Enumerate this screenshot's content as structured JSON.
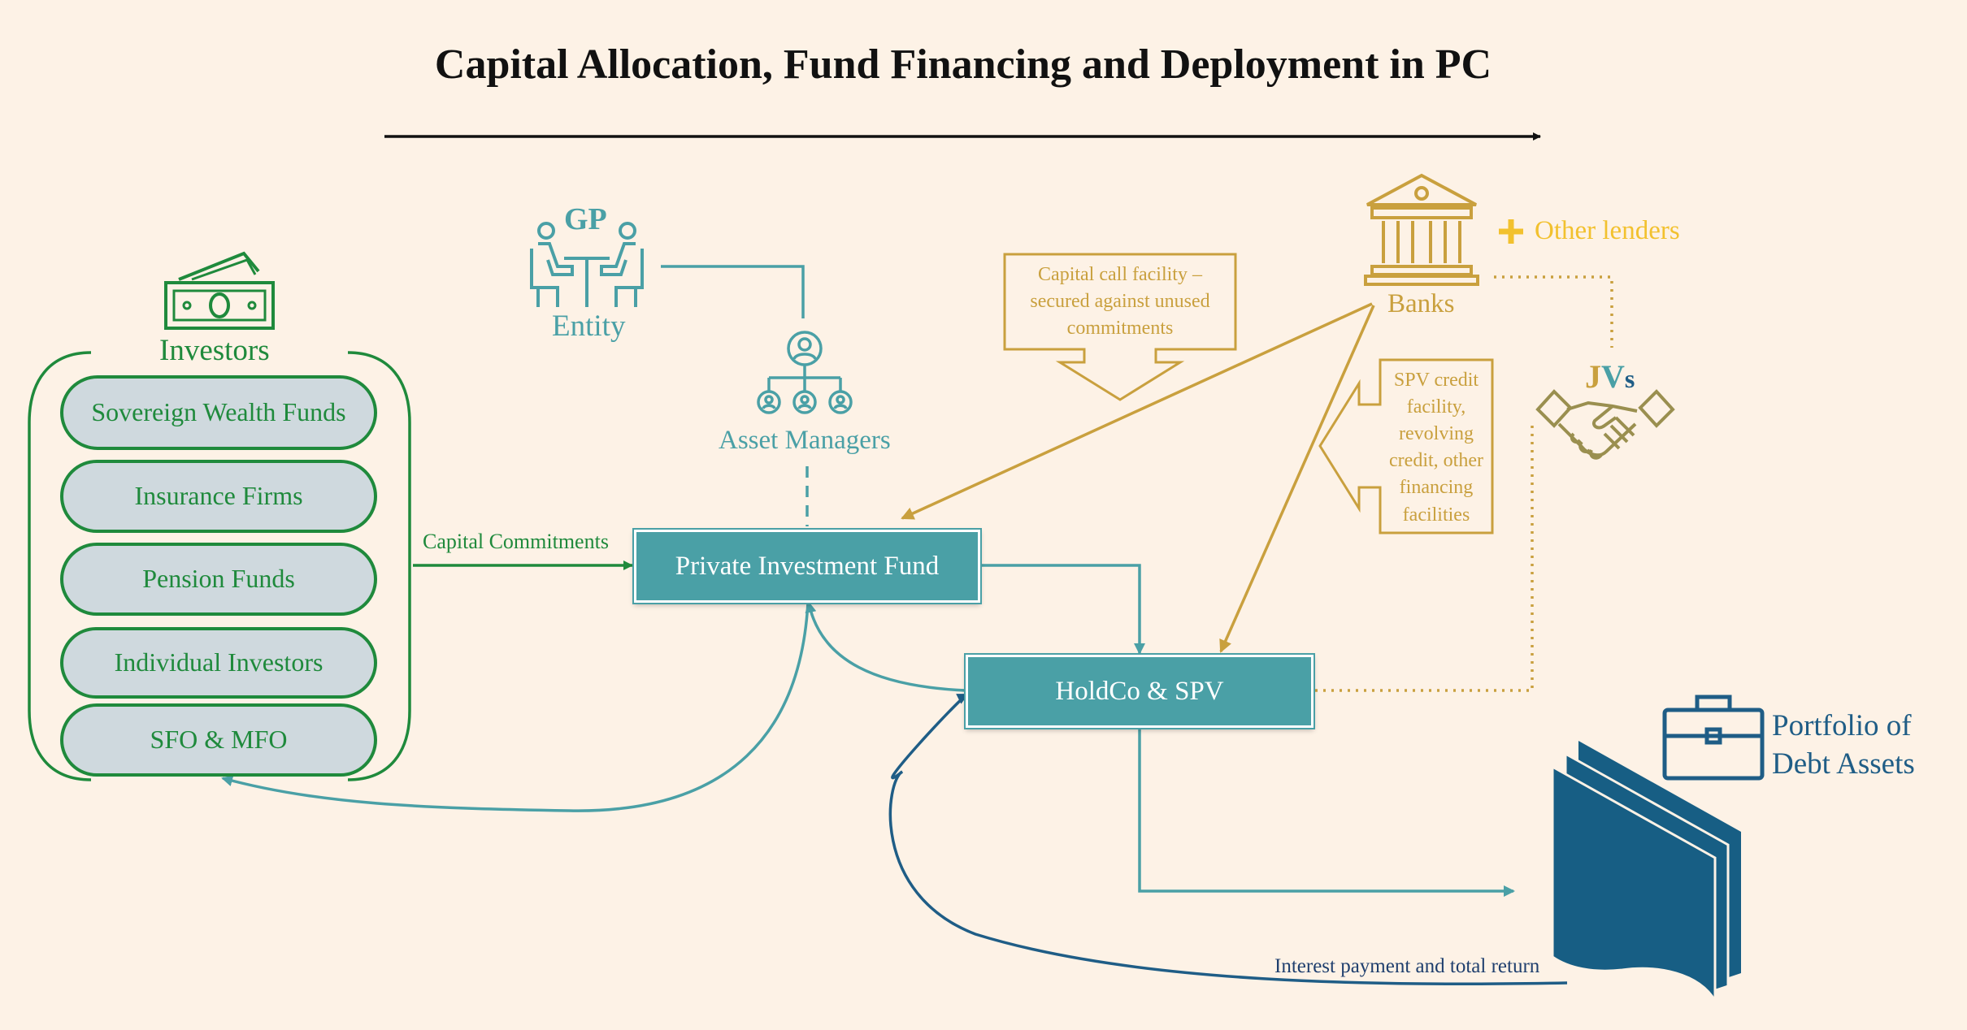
{
  "title": "Capital Allocation, Fund Financing and Deployment in PC",
  "investors": {
    "heading": "Investors",
    "items": [
      "Sovereign Wealth Funds",
      "Insurance Firms",
      "Pension Funds",
      "Individual Investors",
      "SFO & MFO"
    ]
  },
  "gp": {
    "label": "GP",
    "entity": "Entity"
  },
  "asset_managers": "Asset Managers",
  "fund": "Private Investment Fund",
  "holdco": "HoldCo & SPV",
  "capital_commitments": "Capital Commitments",
  "banks": "Banks",
  "other_lenders": "Other lenders",
  "jvs": {
    "j": "J",
    "v": "V",
    "s": "s"
  },
  "capital_call_facility": "Capital call facility – secured against unused commitments",
  "spv_credit": "SPV credit facility, revolving credit, other financing facilities",
  "portfolio": "Portfolio of Debt Assets",
  "interest_payment": "Interest payment and total return",
  "colors": {
    "background": "#fdf2e6",
    "green": "#1f8a3c",
    "teal": "#4aa0a6",
    "gold": "#c9a03e",
    "yellow": "#f2c12e",
    "navy": "#1f5d86",
    "pill_fill": "#cfd9de"
  }
}
